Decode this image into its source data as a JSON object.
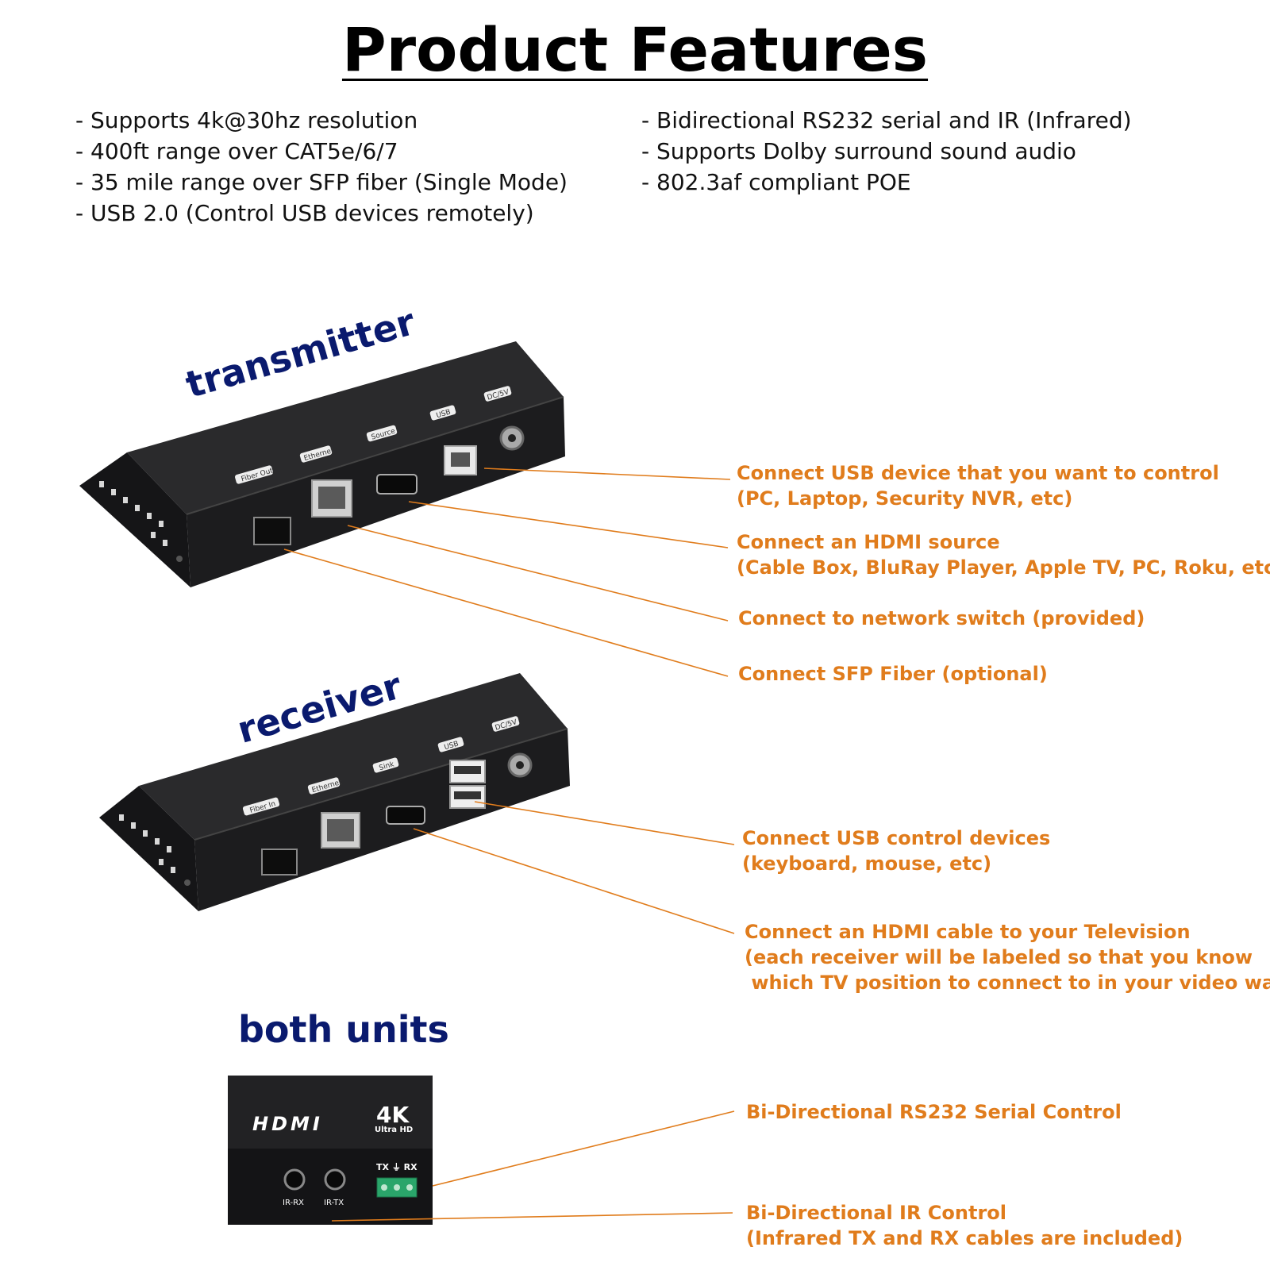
{
  "title": "Product Features",
  "features_left": [
    "- Supports 4k@30hz resolution",
    "- 400ft range over CAT5e/6/7",
    "- 35 mile range over SFP fiber (Single Mode)",
    "- USB 2.0 (Control USB devices remotely)"
  ],
  "features_right": [
    "- Bidirectional RS232 serial and IR (Infrared)",
    "- Supports Dolby surround sound audio",
    "- 802.3af compliant POE"
  ],
  "units": {
    "transmitter": "transmitter",
    "receiver": "receiver",
    "both": "both units"
  },
  "transmitter_ports": [
    "Fiber Out",
    "Ethernet",
    "Source",
    "USB",
    "DC/5V"
  ],
  "receiver_ports": [
    "Fiber In",
    "Ethernet",
    "Sink",
    "USB",
    "DC/5V"
  ],
  "panel": {
    "logo": "HDMI",
    "badge": "4K",
    "badge_sub": "Ultra HD",
    "terminal": "TX ⏚ RX",
    "ir_rx": "IR-RX",
    "ir_tx": "IR-TX"
  },
  "callouts": {
    "tx_usb": [
      "Connect USB device that you want to control",
      "(PC, Laptop, Security NVR, etc)"
    ],
    "tx_hdmi": [
      "Connect an HDMI source",
      "(Cable Box, BluRay Player, Apple TV, PC, Roku, etc)"
    ],
    "tx_net": [
      "Connect to network switch (provided)"
    ],
    "tx_sfp": [
      "Connect SFP Fiber (optional)"
    ],
    "rx_usb": [
      "Connect USB control devices",
      "(keyboard, mouse, etc)"
    ],
    "rx_hdmi": [
      "Connect an HDMI cable to your Television",
      "(each receiver will be labeled so that you know",
      " which TV position to connect to in your video wall)"
    ],
    "rs232": [
      "Bi-Directional RS232 Serial Control"
    ],
    "ir": [
      "Bi-Directional IR Control",
      "(Infrared TX and RX cables are included)"
    ]
  },
  "colors": {
    "callout": "#e07c1c",
    "unit_label": "#0a1a6e",
    "device": "#1c1c1e"
  }
}
